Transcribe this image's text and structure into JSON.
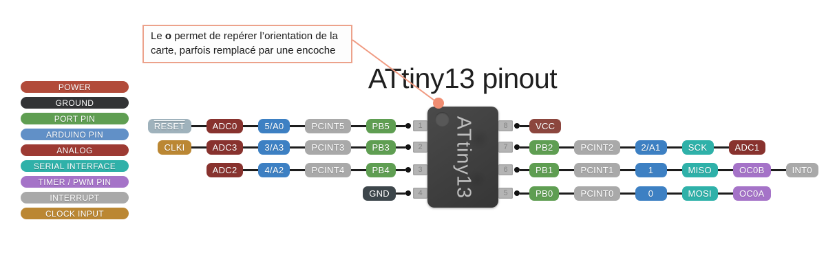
{
  "title": "ATtiny13 pinout",
  "annotation": {
    "pre": "Le ",
    "bold": "o",
    "post": " permet de repérer l’orientation de la carte, parfois remplacé par une encoche"
  },
  "chip": {
    "label": "ATtiny13",
    "pins_left": [
      "1",
      "2",
      "3",
      "4"
    ],
    "pins_right": [
      "8",
      "7",
      "6",
      "5"
    ]
  },
  "legend": [
    {
      "label": "POWER",
      "color": "power_legend"
    },
    {
      "label": "GROUND",
      "color": "ground_legend"
    },
    {
      "label": "PORT PIN",
      "color": "port"
    },
    {
      "label": "ARDUINO PIN",
      "color": "arduino_legend"
    },
    {
      "label": "ANALOG",
      "color": "analog_legend"
    },
    {
      "label": "SERIAL INTERFACE",
      "color": "serial"
    },
    {
      "label": "TIMER / PWM PIN",
      "color": "timer"
    },
    {
      "label": "INTERRUPT",
      "color": "interrupt"
    },
    {
      "label": "CLOCK INPUT",
      "color": "clock"
    }
  ],
  "left_rows": [
    {
      "pin": "1",
      "pills": [
        {
          "label": "RESET",
          "color": "reset",
          "overline": true,
          "ring": "salmon"
        },
        {
          "label": "ADC0",
          "color": "analog"
        },
        {
          "label": "5/A0",
          "color": "arduino"
        },
        {
          "label": "PCINT5",
          "color": "interrupt"
        },
        {
          "label": "PB5",
          "color": "port"
        }
      ]
    },
    {
      "pin": "2",
      "pills": [
        {
          "label": "CLKI",
          "color": "clock"
        },
        {
          "label": "ADC3",
          "color": "analog"
        },
        {
          "label": "3/A3",
          "color": "arduino"
        },
        {
          "label": "PCINT3",
          "color": "interrupt"
        },
        {
          "label": "PB3",
          "color": "port"
        }
      ]
    },
    {
      "pin": "3",
      "pills": [
        {
          "label": "ADC2",
          "color": "analog"
        },
        {
          "label": "4/A2",
          "color": "arduino"
        },
        {
          "label": "PCINT4",
          "color": "interrupt"
        },
        {
          "label": "PB4",
          "color": "port"
        }
      ]
    },
    {
      "pin": "4",
      "pills": [
        {
          "label": "GND",
          "color": "gnd",
          "ring": "black"
        }
      ]
    }
  ],
  "right_rows": [
    {
      "pin": "8",
      "pills": [
        {
          "label": "VCC",
          "color": "vcc",
          "ring": "red"
        }
      ]
    },
    {
      "pin": "7",
      "pills": [
        {
          "label": "PB2",
          "color": "port"
        },
        {
          "label": "PCINT2",
          "color": "interrupt"
        },
        {
          "label": "2/A1",
          "color": "arduino"
        },
        {
          "label": "SCK",
          "color": "serial",
          "ring": "salmon"
        },
        {
          "label": "ADC1",
          "color": "analog"
        }
      ]
    },
    {
      "pin": "6",
      "pills": [
        {
          "label": "PB1",
          "color": "port"
        },
        {
          "label": "PCINT1",
          "color": "interrupt"
        },
        {
          "label": "1",
          "color": "arduino"
        },
        {
          "label": "MISO",
          "color": "serial",
          "ring": "salmon"
        },
        {
          "label": "OC0B",
          "color": "timer"
        },
        {
          "label": "INT0",
          "color": "interrupt"
        }
      ]
    },
    {
      "pin": "5",
      "pills": [
        {
          "label": "PB0",
          "color": "port"
        },
        {
          "label": "PCINT0",
          "color": "interrupt"
        },
        {
          "label": "0",
          "color": "arduino"
        },
        {
          "label": "MOSI",
          "color": "serial",
          "ring": "salmon"
        },
        {
          "label": "OC0A",
          "color": "timer"
        }
      ]
    }
  ],
  "colors": {
    "power_legend": "#b24b3a",
    "ground_legend": "#323335",
    "port": "#5f9e52",
    "arduino_legend": "#6190c7",
    "arduino": "#3d80c3",
    "analog_legend": "#9d3a33",
    "analog": "#88322e",
    "serial": "#2fb1a9",
    "timer": "#a573c8",
    "interrupt": "#a9a9a9",
    "clock": "#bb8733",
    "reset": "#9fb2bc",
    "gnd": "#3d464b",
    "vcc": "#8c463e",
    "ring_salmon": "#f0977e",
    "ring_red": "#e8231a",
    "ring_black": "#0c0c0c",
    "connector_line": "#1d1d1d"
  }
}
